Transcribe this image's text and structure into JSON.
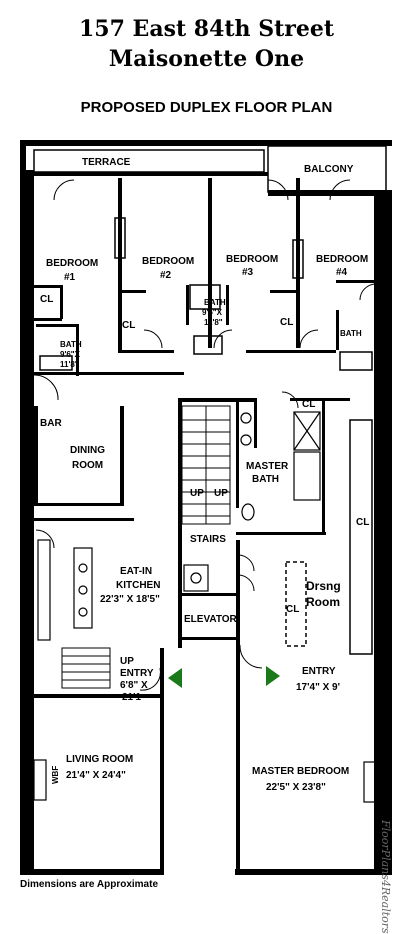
{
  "title_line1": "157 East 84th Street",
  "title_line2": "Maisonette One",
  "subtitle": "PROPOSED DUPLEX FLOOR PLAN",
  "footnote": "Dimensions are Approximate",
  "watermark": "FloorPlans4Realtors",
  "rooms": {
    "terrace": "TERRACE",
    "balcony": "BALCONY",
    "bedroom1": "BEDROOM",
    "bedroom1_num": "#1",
    "bedroom2": "BEDROOM",
    "bedroom2_num": "#2",
    "bedroom3": "BEDROOM",
    "bedroom3_num": "#3",
    "bedroom4": "BEDROOM",
    "bedroom4_num": "#4",
    "cl": "CL",
    "bath": "BATH",
    "bath1_dim1": "9'6\"X",
    "bath1_dim2": "11'8\"",
    "bath2_dim1": "9'6\"X",
    "bath2_dim2": "11'8\"",
    "bar": "BAR",
    "dining": "DINING",
    "dining2": "ROOM",
    "master_bath": "MASTER",
    "master_bath2": "BATH",
    "up": "UP",
    "stairs": "STAIRS",
    "kitchen1": "EAT-IN",
    "kitchen2": "KITCHEN",
    "kitchen_dim": "22'3\" X 18'5\"",
    "elevator": "ELEVATOR",
    "drsng1": "Drsng",
    "drsng2": "Room",
    "entry": "ENTRY",
    "entry_left_dim1": "6'8\" X",
    "entry_left_dim2": "21'1",
    "entry_right_dim": "17'4\" X 9'",
    "living": "LIVING ROOM",
    "living_dim": "21'4\" X 24'4\"",
    "master_bed": "MASTER BEDROOM",
    "master_bed_dim": "22'5\" X 23'8\"",
    "wbf": "WBF"
  },
  "colors": {
    "wall": "#000000",
    "arrow": "#1a7a1a",
    "glass": "#888888"
  }
}
